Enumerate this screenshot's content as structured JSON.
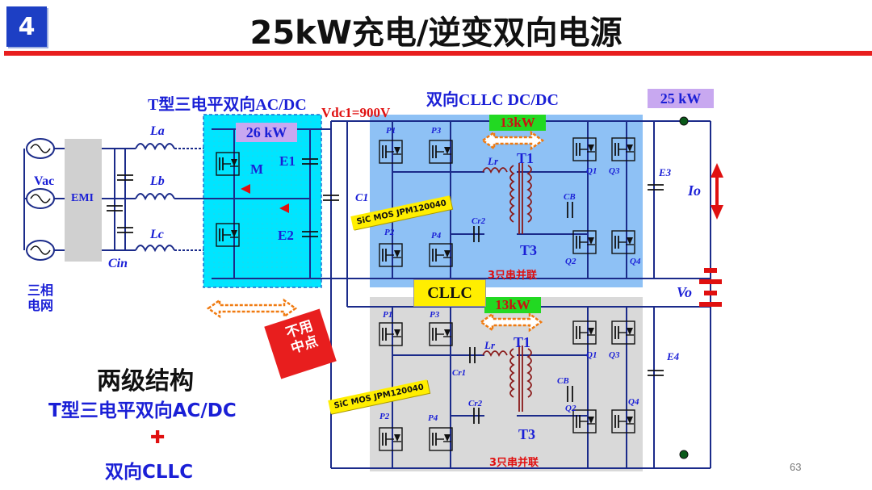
{
  "slide": {
    "number": "4",
    "title": "25kW充电/逆变双向电源",
    "page_number": "63"
  },
  "labels": {
    "acdc_title": "T型三电平双向AC/DC",
    "clllc_title": "双向CLLC DC/DC",
    "vdc": "Vdc1=900V",
    "power_acdc": "26 kW",
    "power_out": "25 kW",
    "power_top": "13kW",
    "power_bottom": "13kW",
    "clllc_center": "CLLC",
    "series_parallel_top": "3只串并联",
    "series_parallel_bottom": "3只串并联",
    "sic_top": "SiC MOS JPM120040",
    "sic_bottom": "SiC MOS JPM120040",
    "no_midpoint": "不用\n中点",
    "grid": "三相\n电网",
    "vac": "Vac",
    "emi": "EMI",
    "cin": "Cin",
    "la": "La",
    "lb": "Lb",
    "lc": "Lc",
    "m": "M",
    "e1": "E1",
    "e2": "E2",
    "c1": "C1",
    "e3": "E3",
    "e4": "E4",
    "io": "Io",
    "vo": "Vo",
    "t1_top": "T1",
    "t3_top": "T3",
    "t1_bottom": "T1",
    "t3_bottom": "T3",
    "lr_top": "Lr",
    "lr_bottom": "Lr",
    "cr1_bottom": "Cr1",
    "cr2_top": "Cr2",
    "cr2_bottom": "Cr2",
    "cb_top": "CB",
    "cb_bottom": "CB",
    "p1_top": "P1",
    "p3_top": "P3",
    "p2_top": "P2",
    "p4_top": "P4",
    "q1_top": "Q1",
    "q3_top": "Q3",
    "q2_top": "Q2",
    "q4_top": "Q4",
    "p1_bottom": "P1",
    "p3_bottom": "P3",
    "p2_bottom": "P2",
    "p4_bottom": "P4",
    "q1_bottom": "Q1",
    "q3_bottom": "Q3",
    "q2_bottom": "Q2",
    "q4_bottom": "Q4"
  },
  "summary": {
    "heading": "两级结构",
    "line1": "T型三电平双向AC/DC",
    "plus": "✚",
    "line3": "双向CLLC"
  },
  "colors": {
    "accent_red": "#e81e1e",
    "blue_text": "#1a1fd6",
    "acdc_bg": "#00e5ff",
    "clllc_top_bg": "#8ec1f5",
    "clllc_bottom_bg": "#d9d9d9",
    "wire": "#1b2b8a"
  }
}
